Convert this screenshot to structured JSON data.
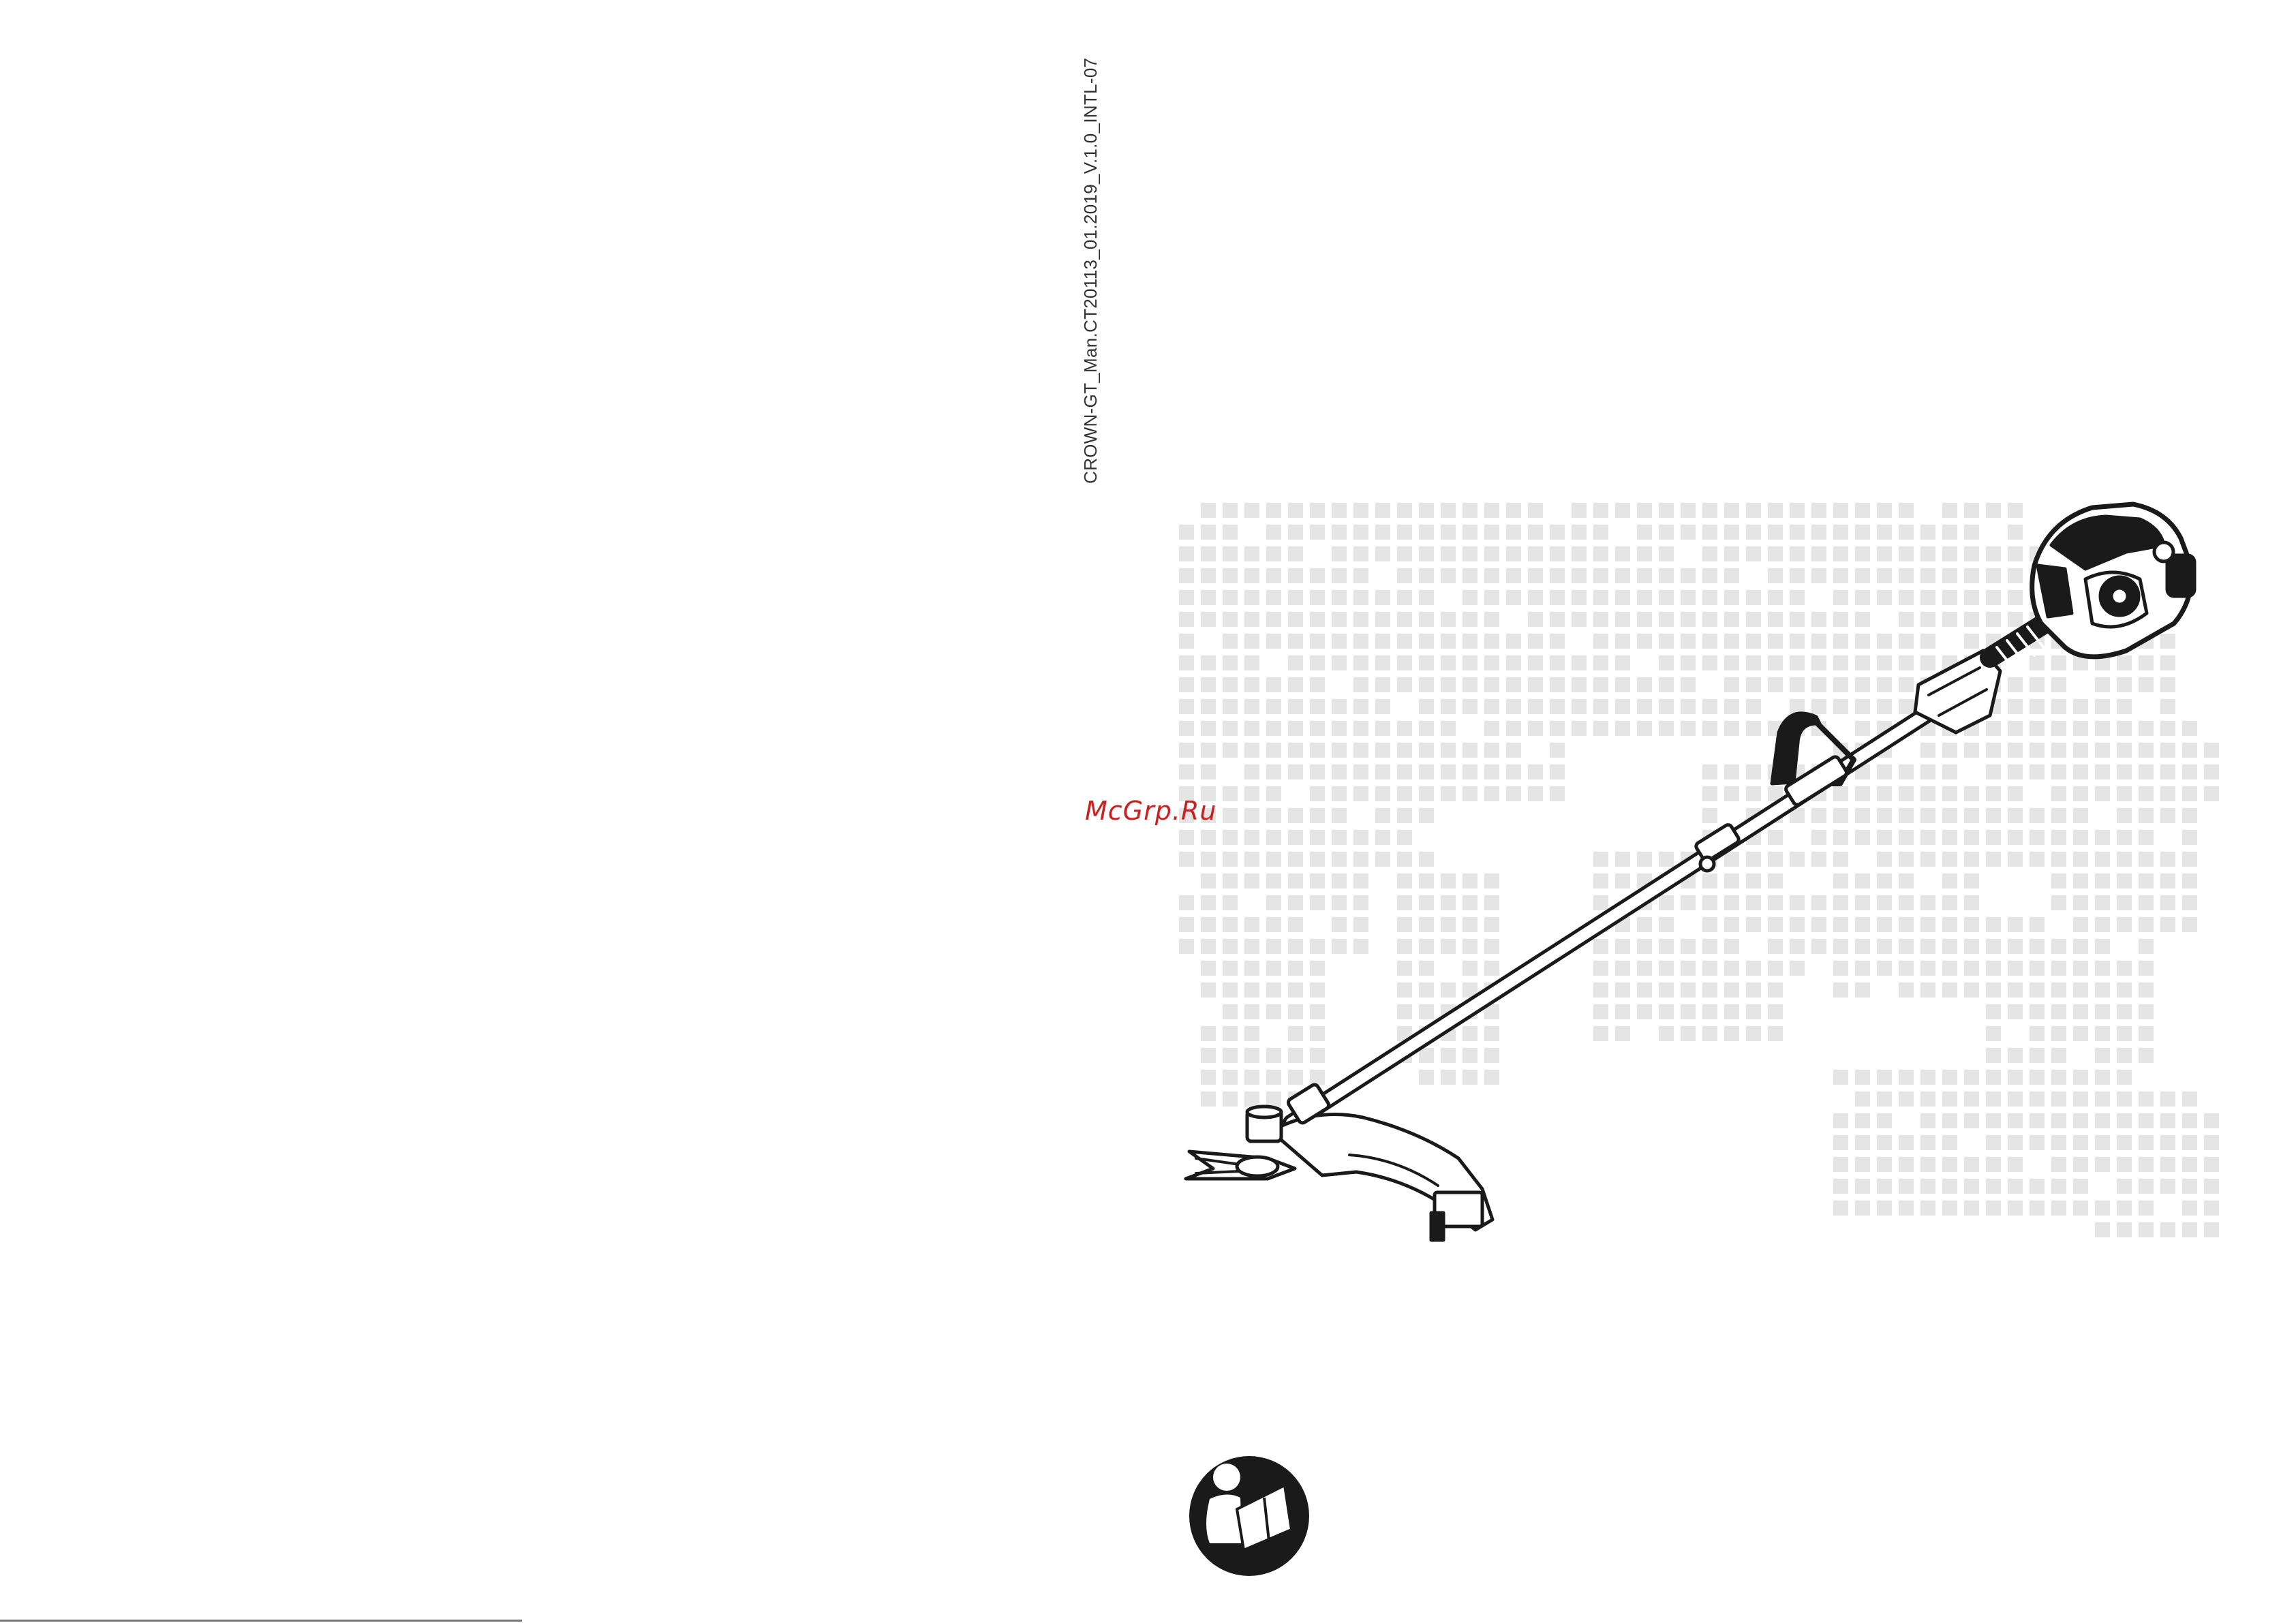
{
  "document": {
    "code": "CROWN-GT_Man.CT20113_01.2019_V.1.0_INTL-07",
    "watermark": "McGrp.Ru"
  },
  "illustration": {
    "product": "brush-cutter-trimmer",
    "background": "dotted-world-map",
    "symbol": "read-manual-icon"
  },
  "colors": {
    "page": "#ffffff",
    "ink": "#1a1a1a",
    "map_dots": "#e5e5e5",
    "watermark": "#cc2020"
  }
}
